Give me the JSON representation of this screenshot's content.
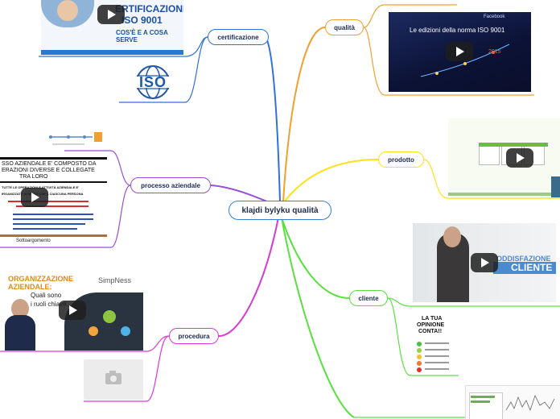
{
  "root": {
    "label": "klajdi bylyku qualità"
  },
  "branches": {
    "certificazione": "certificazione",
    "qualita": "qualità",
    "prodotto": "prodotto",
    "cliente": "cliente",
    "processo": "processo aziendale",
    "procedura": "procedura"
  },
  "media": {
    "cert_thumb": {
      "line1": "ERTIFICAZIONE",
      "line2": "ISO 9001",
      "line3": "COS'È E A COSA SERVE"
    },
    "iso_logo": {
      "text": "ISO"
    },
    "iso_video": {
      "title": "Le edizioni della norma ISO 9001",
      "badge": "Facebook",
      "year": "2015"
    },
    "soddisfazione": {
      "line1": "ODDISFAZIONE",
      "line2": "CLIENTE"
    },
    "opinione": {
      "line1": "LA TUA",
      "line2": "OPINIONE",
      "line3": "CONTA!!"
    },
    "processo_img": {
      "line1": "SSO AZIENDALE E' COMPOSTO DA",
      "line2": "ERAZIONI DIVERSE E COLLEGATE",
      "line3": "TRA LORO",
      "line4": "TUTTE LE OPERAZIONI E ATTIVITÀ AZIENDALE E'",
      "line5": "IRGANIZZATE IN MODO CHE A CIASCUNA PERSONA",
      "caption": "Sottoargomento"
    },
    "organizzazione": {
      "line1": "ORGANIZZAZIONE",
      "line2": "AZIENDALE:",
      "line3": "Quali sono",
      "line4": "i ruoli chiave",
      "brand": "SimpNess"
    }
  },
  "colors": {
    "blue": "#2f6fde",
    "orange": "#f0a030",
    "yellow": "#ffe11a",
    "green": "#58e040",
    "purple": "#9b4fd0",
    "magenta": "#d63bd6"
  }
}
